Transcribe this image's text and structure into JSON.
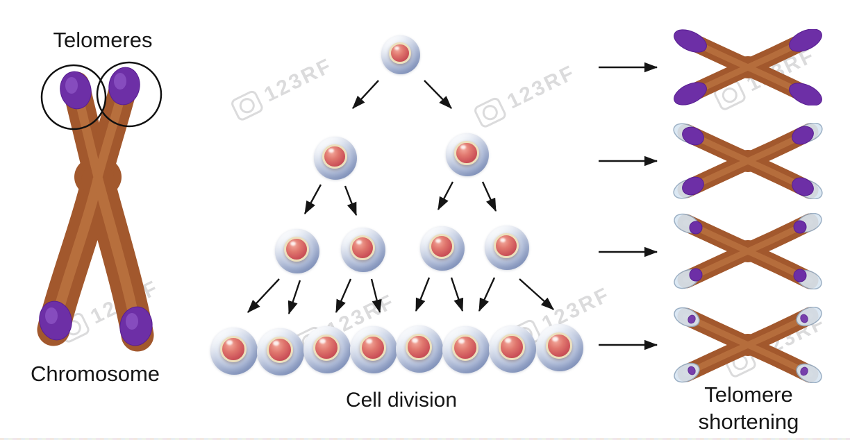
{
  "watermark": {
    "text": "123RF"
  },
  "left_panel": {
    "telomeres_label": "Telomeres",
    "chromosome_label": "Chromosome"
  },
  "center_panel": {
    "cell_division_label": "Cell division",
    "generation_cell_counts": [
      1,
      2,
      4,
      8
    ]
  },
  "right_panel": {
    "label_line1": "Telomere",
    "label_line2": "shortening",
    "stage_count": 4
  },
  "colors": {
    "chromosome_body": "#a2582d",
    "telomere": "#6d2fa6",
    "telomere_residual_cap": "#d8e6f2",
    "cell_membrane": "#aab8d8",
    "cell_nucleus": "#cb5158",
    "arrow": "#151515"
  }
}
